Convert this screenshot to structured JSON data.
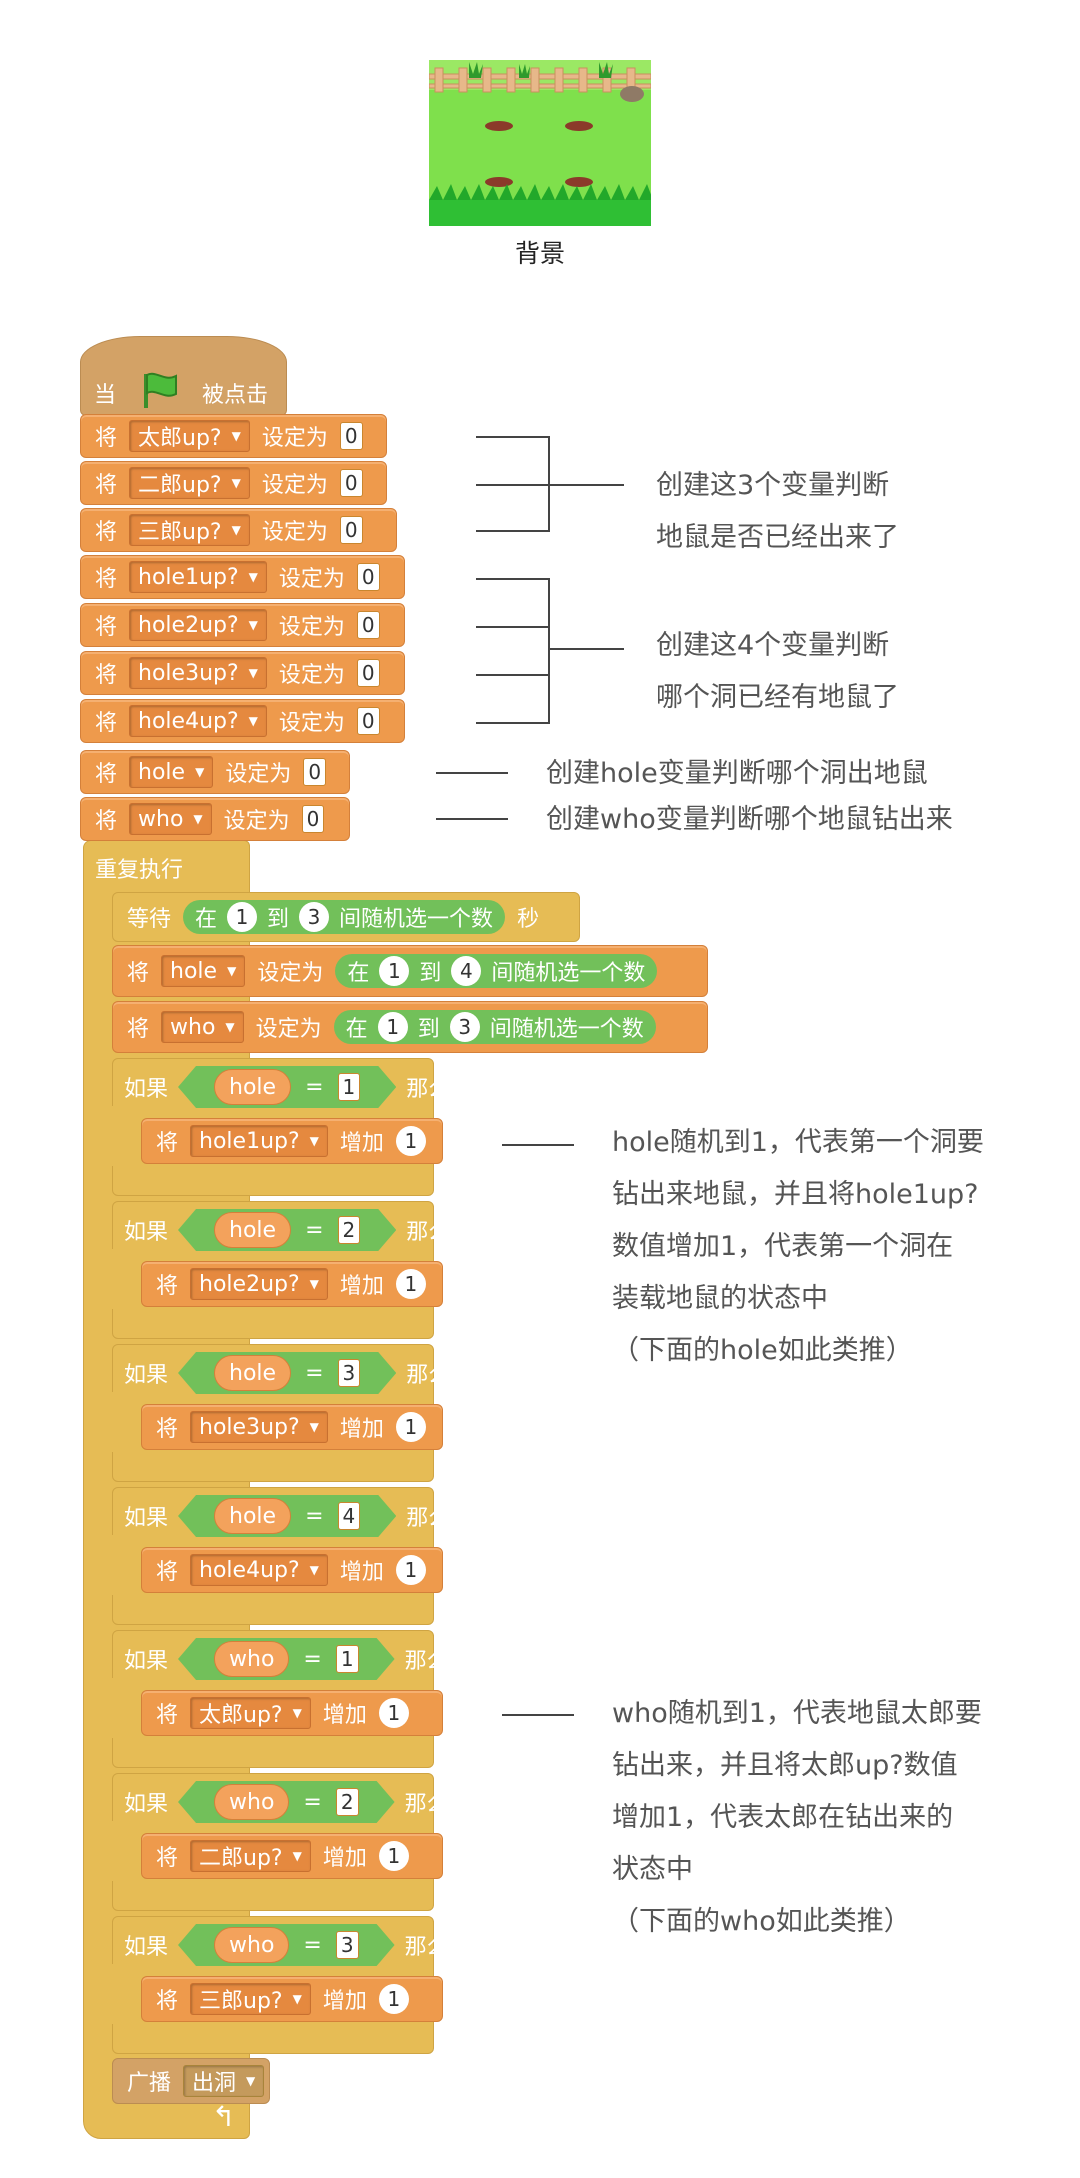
{
  "stage": {
    "caption": "背景"
  },
  "colors": {
    "motion_orange": "#ee9a4c",
    "control_gold": "#e6bc55",
    "operator_green": "#72c05a",
    "events_tan": "#d3a266"
  },
  "script": {
    "hat": {
      "when": "当",
      "flag_icon": "green-flag-icon",
      "clicked": "被点击"
    },
    "set_label": "将",
    "set_to": "设定为",
    "change_by": "增加",
    "vars": [
      {
        "var": "太郎up?",
        "value": "0"
      },
      {
        "var": "二郎up?",
        "value": "0"
      },
      {
        "var": "三郎up?",
        "value": "0"
      },
      {
        "var": "hole1up?",
        "value": "0"
      },
      {
        "var": "hole2up?",
        "value": "0"
      },
      {
        "var": "hole3up?",
        "value": "0"
      },
      {
        "var": "hole4up?",
        "value": "0"
      },
      {
        "var": "hole",
        "value": "0"
      },
      {
        "var": "who",
        "value": "0"
      }
    ],
    "forever": "重复执行",
    "wait": {
      "label": "等待",
      "in": "在",
      "from": "1",
      "to": "到",
      "max": "3",
      "pick": "间随机选一个数",
      "unit": "秒"
    },
    "set_hole": {
      "var": "hole",
      "in": "在",
      "from": "1",
      "to": "到",
      "max": "4",
      "pick": "间随机选一个数"
    },
    "set_who": {
      "var": "who",
      "in": "在",
      "from": "1",
      "to": "到",
      "max": "3",
      "pick": "间随机选一个数"
    },
    "if_label": "如果",
    "then_label": "那么",
    "eq": "=",
    "ifs": [
      {
        "var": "hole",
        "value": "1",
        "target": "hole1up?",
        "inc": "1"
      },
      {
        "var": "hole",
        "value": "2",
        "target": "hole2up?",
        "inc": "1"
      },
      {
        "var": "hole",
        "value": "3",
        "target": "hole3up?",
        "inc": "1"
      },
      {
        "var": "hole",
        "value": "4",
        "target": "hole4up?",
        "inc": "1"
      },
      {
        "var": "who",
        "value": "1",
        "target": "太郎up?",
        "inc": "1"
      },
      {
        "var": "who",
        "value": "2",
        "target": "二郎up?",
        "inc": "1"
      },
      {
        "var": "who",
        "value": "3",
        "target": "三郎up?",
        "inc": "1"
      }
    ],
    "broadcast": {
      "label": "广播",
      "message": "出洞"
    }
  },
  "notes": {
    "n1": [
      "创建这3个变量判断",
      "地鼠是否已经出来了"
    ],
    "n2": [
      "创建这4个变量判断",
      "哪个洞已经有地鼠了"
    ],
    "n3": "创建hole变量判断哪个洞出地鼠",
    "n4": "创建who变量判断哪个地鼠钻出来",
    "n5": [
      "hole随机到1，代表第一个洞要",
      "钻出来地鼠，并且将hole1up?",
      "数值增加1，代表第一个洞在",
      "装载地鼠的状态中",
      "（下面的hole如此类推）"
    ],
    "n6": [
      "who随机到1，代表地鼠太郎要",
      "钻出来，并且将太郎up?数值",
      "增加1，代表太郎在钻出来的",
      "状态中",
      "（下面的who如此类推）"
    ]
  }
}
